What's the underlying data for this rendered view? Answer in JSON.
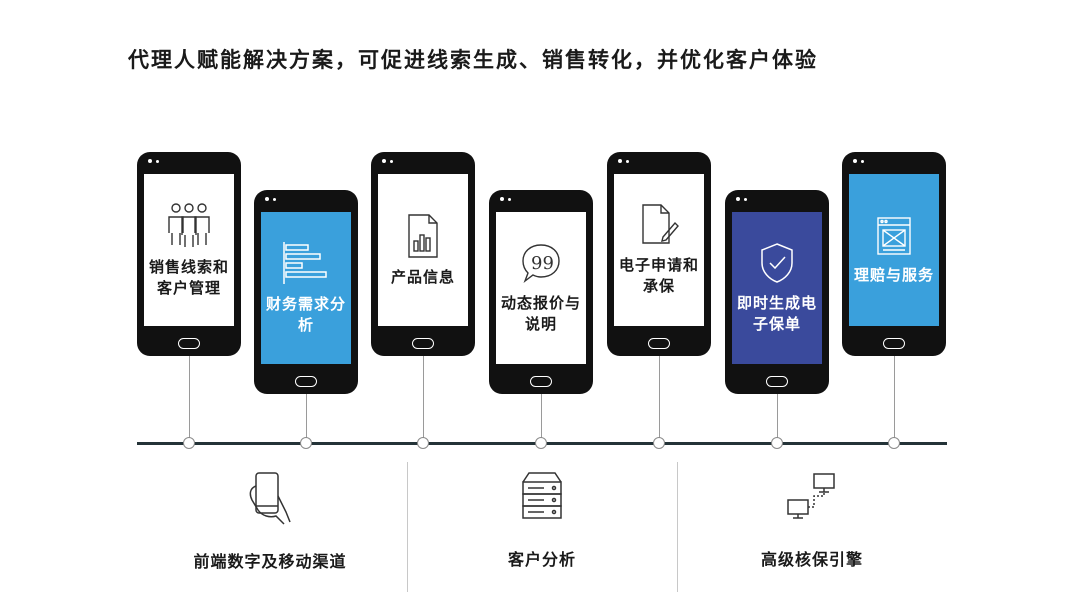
{
  "title": "代理人赋能解决方案，可促进线索生成、销售转化，并优化客户体验",
  "phones": [
    {
      "label": "销售线索和客户管理",
      "icon": "people-group-icon",
      "screen_color": "white"
    },
    {
      "label": "财务需求分析",
      "icon": "bar-list-icon",
      "screen_color": "blue"
    },
    {
      "label": "产品信息",
      "icon": "document-chart-icon",
      "screen_color": "white"
    },
    {
      "label": "动态报价与说明",
      "icon": "quote-bubble-icon",
      "screen_color": "white"
    },
    {
      "label": "电子申请和承保",
      "icon": "document-pen-icon",
      "screen_color": "white"
    },
    {
      "label": "即时生成电子保单",
      "icon": "shield-check-icon",
      "screen_color": "navy"
    },
    {
      "label": "理赔与服务",
      "icon": "browser-layout-icon",
      "screen_color": "blue"
    }
  ],
  "bottom": [
    {
      "label": "前端数字及移动渠道",
      "icon": "hand-phone-icon"
    },
    {
      "label": "客户分析",
      "icon": "server-icon"
    },
    {
      "label": "高级核保引擎",
      "icon": "network-computers-icon"
    }
  ],
  "colors": {
    "blue": "#3aa0dc",
    "navy": "#3a4a9c",
    "baseline": "#243338"
  }
}
